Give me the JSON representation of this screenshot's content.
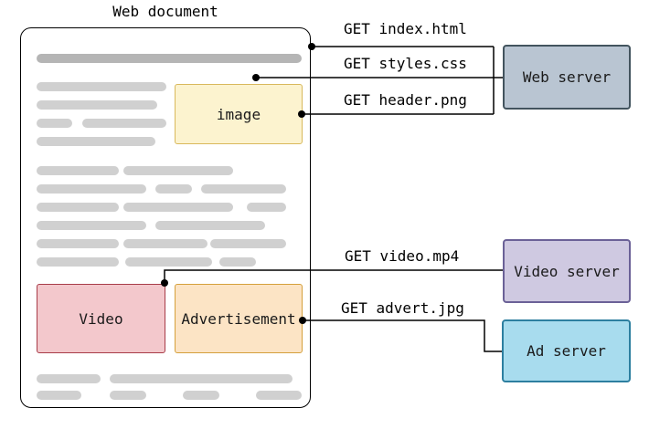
{
  "diagram": {
    "title": "Web document",
    "document": {
      "image_label": "image",
      "video_label": "Video",
      "advert_label": "Advertisement",
      "image_colors": {
        "fill": "#fcf3cf",
        "border": "#d9b95c"
      },
      "video_colors": {
        "fill": "#f3c8cc",
        "border": "#a83c49"
      },
      "advert_colors": {
        "fill": "#fce4c5",
        "border": "#d5a03c"
      }
    },
    "requests": [
      {
        "label": "GET index.html",
        "target": "Web server"
      },
      {
        "label": "GET styles.css",
        "target": "Web server"
      },
      {
        "label": "GET header.png",
        "target": "Web server"
      },
      {
        "label": "GET video.mp4",
        "target": "Video server"
      },
      {
        "label": "GET advert.jpg",
        "target": "Ad server"
      }
    ],
    "servers": [
      {
        "label": "Web server",
        "fill": "#b9c5d2",
        "border": "#43545e"
      },
      {
        "label": "Video server",
        "fill": "#cfc9e1",
        "border": "#6b6197"
      },
      {
        "label": "Ad server",
        "fill": "#a8dcee",
        "border": "#2d7fa0"
      }
    ],
    "colors": {
      "connector_line": "#000000",
      "connector_dot": "#000000",
      "placeholder_bar": "#d0d0d0",
      "placeholder_bar_dark": "#b5b5b5"
    }
  }
}
